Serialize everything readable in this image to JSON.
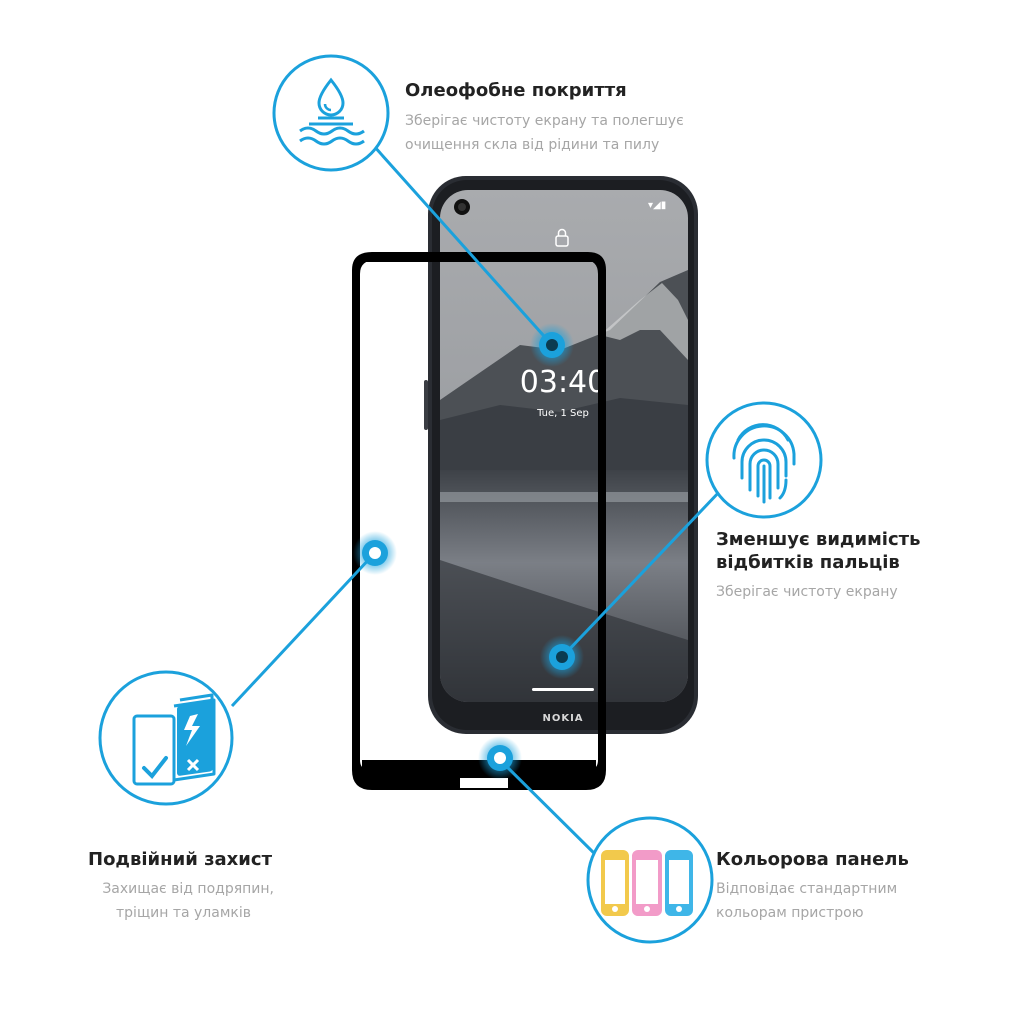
{
  "phone": {
    "time": "03:40",
    "date": "Tue, 1 Sep",
    "brand": "NOKIA"
  },
  "features": {
    "oleophobic": {
      "title": "Олеофобне покриття",
      "desc_line1": "Зберігає чистоту екрану та полегшує",
      "desc_line2": "очищення скла від рідини та пилу",
      "icon": "water-drop-icon"
    },
    "fingerprint": {
      "title_line1": "Зменшує видимість",
      "title_line2": "відбитків пальців",
      "desc": "Зберігає чистоту екрану",
      "icon": "fingerprint-icon"
    },
    "double": {
      "title": "Подвійний захист",
      "desc_line1": "Захищає від подряпин,",
      "desc_line2": "тріщин та уламків",
      "icon": "shield-phones-icon"
    },
    "color": {
      "title": "Кольорова панель",
      "desc_line1": "Відповідає стандартним",
      "desc_line2": "кольорам пристрою",
      "icon": "colored-phones-icon"
    }
  },
  "colors": {
    "accent": "#1ba1dc",
    "frame": "#000000",
    "phone_body": "#2a2d33",
    "phone_yellow": "#f2c94c",
    "phone_pink": "#f29bc8",
    "phone_blue": "#3fb6e8"
  }
}
